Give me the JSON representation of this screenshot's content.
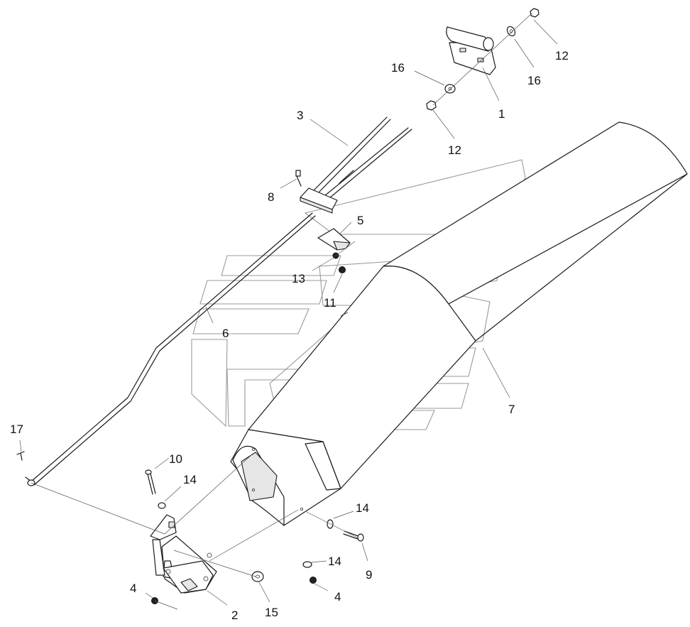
{
  "diagram": {
    "callouts": [
      {
        "id": "c1",
        "label": "1"
      },
      {
        "id": "c2",
        "label": "2"
      },
      {
        "id": "c3",
        "label": "3"
      },
      {
        "id": "c4a",
        "label": "4"
      },
      {
        "id": "c4b",
        "label": "4"
      },
      {
        "id": "c5",
        "label": "5"
      },
      {
        "id": "c6",
        "label": "6"
      },
      {
        "id": "c7",
        "label": "7"
      },
      {
        "id": "c8",
        "label": "8"
      },
      {
        "id": "c9",
        "label": "9"
      },
      {
        "id": "c10",
        "label": "10"
      },
      {
        "id": "c11",
        "label": "11"
      },
      {
        "id": "c12a",
        "label": "12"
      },
      {
        "id": "c12b",
        "label": "12"
      },
      {
        "id": "c13",
        "label": "13"
      },
      {
        "id": "c14a",
        "label": "14"
      },
      {
        "id": "c14b",
        "label": "14"
      },
      {
        "id": "c14c",
        "label": "14"
      },
      {
        "id": "c15",
        "label": "15"
      },
      {
        "id": "c16a",
        "label": "16"
      },
      {
        "id": "c16b",
        "label": "16"
      },
      {
        "id": "c17",
        "label": "17"
      }
    ]
  }
}
